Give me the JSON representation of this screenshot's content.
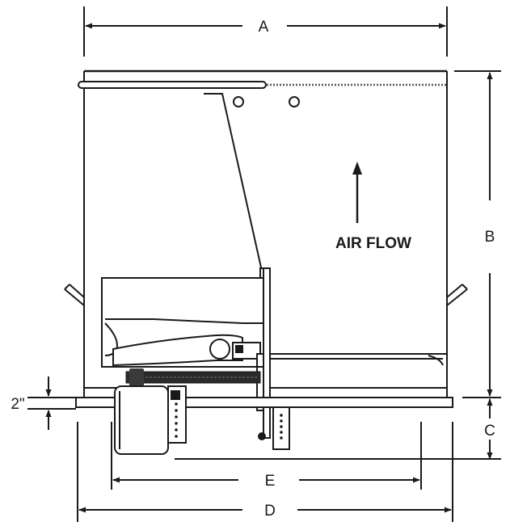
{
  "diagram": {
    "labels": {
      "a": "A",
      "b": "B",
      "c": "C",
      "d": "D",
      "e": "E",
      "clearance": "2\"",
      "air_flow": "AIR FLOW"
    },
    "colors": {
      "line": "#1a1a1a",
      "background": "#ffffff"
    }
  }
}
